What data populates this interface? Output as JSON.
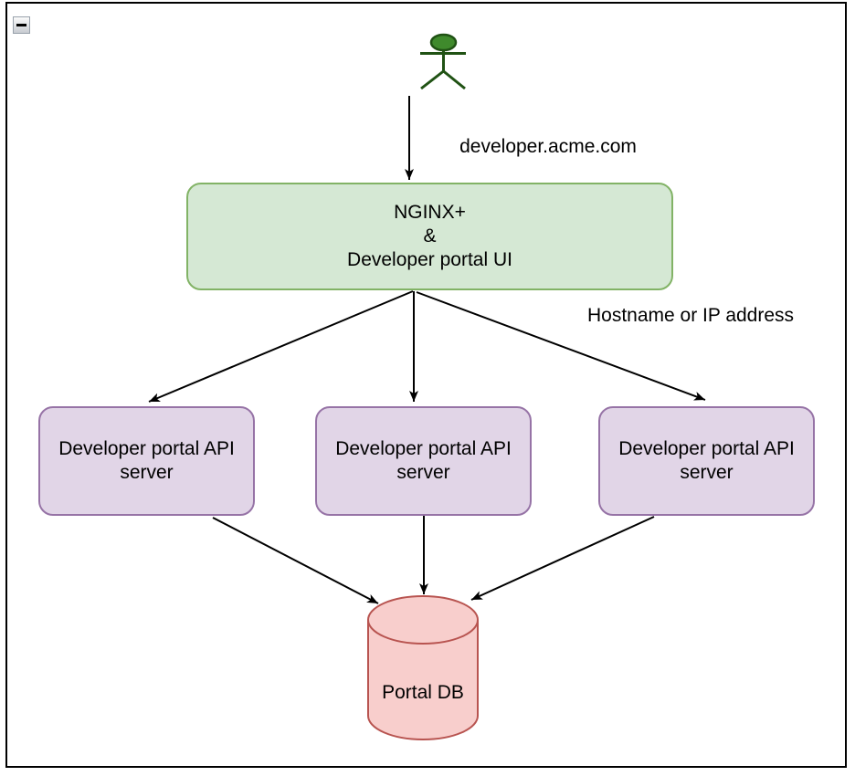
{
  "diagram": {
    "collapse_button": {
      "icon": "minus",
      "symbol": "−"
    },
    "actor": {
      "icon": "person-stick-figure",
      "fill": "#3f8a2c",
      "stroke": "#205214"
    },
    "edge_labels": {
      "request_domain": "developer.acme.com",
      "routing": "Hostname or IP address"
    },
    "nodes": {
      "gateway": {
        "label": "NGINX+\n&\nDeveloper portal UI",
        "fill": "#d5e8d4",
        "stroke": "#82b366"
      },
      "api_servers": [
        {
          "label": "Developer portal API\nserver"
        },
        {
          "label": "Developer portal API\nserver"
        },
        {
          "label": "Developer portal API\nserver"
        }
      ],
      "api_server_style": {
        "fill": "#e1d5e7",
        "stroke": "#9673a6"
      },
      "database": {
        "label": "Portal DB",
        "fill": "#f8cecc",
        "stroke": "#b85450"
      }
    },
    "colors": {
      "arrow": "#000000",
      "frame": "#000000"
    }
  }
}
